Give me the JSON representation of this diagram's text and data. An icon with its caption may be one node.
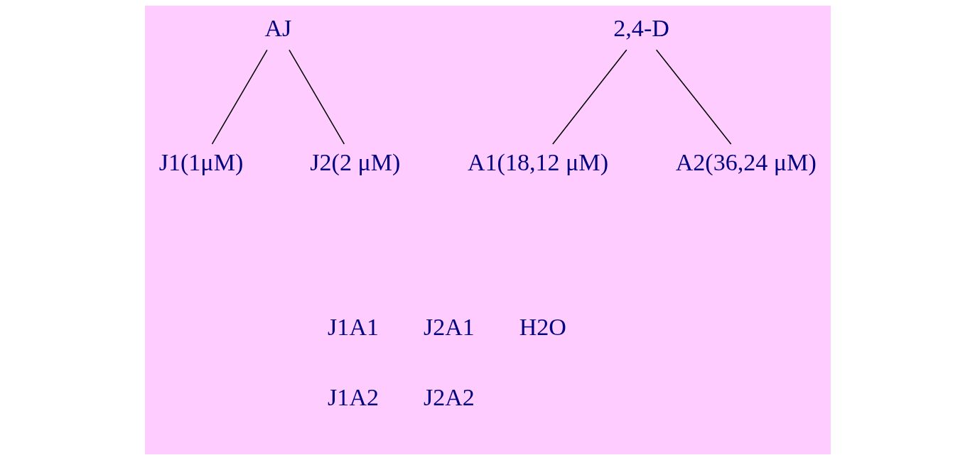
{
  "diagram": {
    "nodes": [
      {
        "text": [
          "AJ"
        ]
      },
      {
        "text": [
          "2,4-D"
        ]
      },
      {
        "text": [
          "J1(1μM)"
        ]
      },
      {
        "text": [
          "J2(2 μM)"
        ]
      },
      {
        "text": [
          "A1(18,12 μM)"
        ]
      },
      {
        "text": [
          "A2(36,24 μM)"
        ]
      }
    ],
    "edges": [
      {
        "from": 0,
        "to": 2,
        "arrow": "none"
      },
      {
        "from": 0,
        "to": 3,
        "arrow": "none"
      },
      {
        "from": 1,
        "to": 4,
        "arrow": "none"
      },
      {
        "from": 1,
        "to": 5,
        "arrow": "none"
      }
    ],
    "labels": [
      "J1A1",
      "J2A1",
      "H2O",
      "J1A2",
      "J2A2"
    ]
  }
}
